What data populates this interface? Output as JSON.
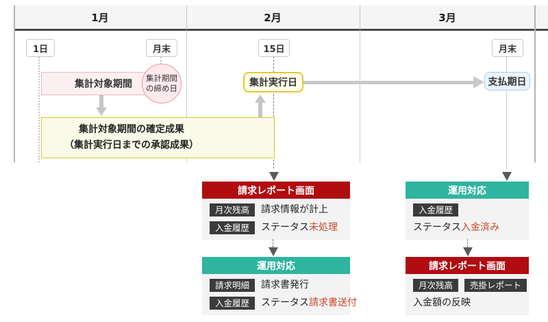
{
  "colors": {
    "report_header": "#b10c10",
    "ops_header": "#2fb4a0",
    "status_alert_text": "#c9482e",
    "tag_bg": "#3b3b3b",
    "period_band_bg": "#fdf0f2",
    "period_band_border": "#f0b4c0",
    "closing_circle_bg": "#fdeaee",
    "closing_circle_border": "#e794a5",
    "result_band_bg": "#fafae8",
    "result_band_border": "#d9c728",
    "execution_bg": "#fffdeb",
    "execution_border": "#e2ca32",
    "payment_bg": "#ebf4fd",
    "payment_border": "#a9ccee"
  },
  "timeline": {
    "months": [
      {
        "label": "1月"
      },
      {
        "label": "2月"
      },
      {
        "label": "3月"
      }
    ],
    "markers": {
      "jan_start": "1日",
      "jan_end": "月末",
      "feb_mid": "15日",
      "mar_end": "月末"
    },
    "period_band": {
      "label": "集計対象期間"
    },
    "closing_circle": {
      "line1": "集計期間",
      "line2": "の締め日"
    },
    "result_band": {
      "line1": "集計対象期間の確定成果",
      "line2": "（集計実行日までの承認成果）"
    },
    "execution_box": {
      "label": "集計実行日"
    },
    "payment_box": {
      "label": "支払期日"
    }
  },
  "flows": {
    "left": {
      "box1": {
        "title": "請求レポート画面",
        "rows": [
          {
            "tag": "月次残高",
            "text": "請求情報が計上"
          },
          {
            "tag": "入金履歴",
            "text": "ステータス",
            "red": "未処理"
          }
        ]
      },
      "box2": {
        "title": "運用対応",
        "rows": [
          {
            "tag": "請求明細",
            "text": "請求書発行"
          },
          {
            "tag": "入金履歴",
            "text": "ステータス",
            "red": "請求書送付"
          }
        ]
      }
    },
    "right": {
      "box1": {
        "title": "運用対応",
        "rows": [
          {
            "tag": "入金履歴"
          },
          {
            "text": "ステータス",
            "red": "入金済み"
          }
        ]
      },
      "box2": {
        "title": "請求レポート画面",
        "rows": [
          {
            "tags": [
              "月次残高",
              "売掛レポート"
            ]
          },
          {
            "text": "入金額の反映"
          }
        ]
      }
    }
  }
}
